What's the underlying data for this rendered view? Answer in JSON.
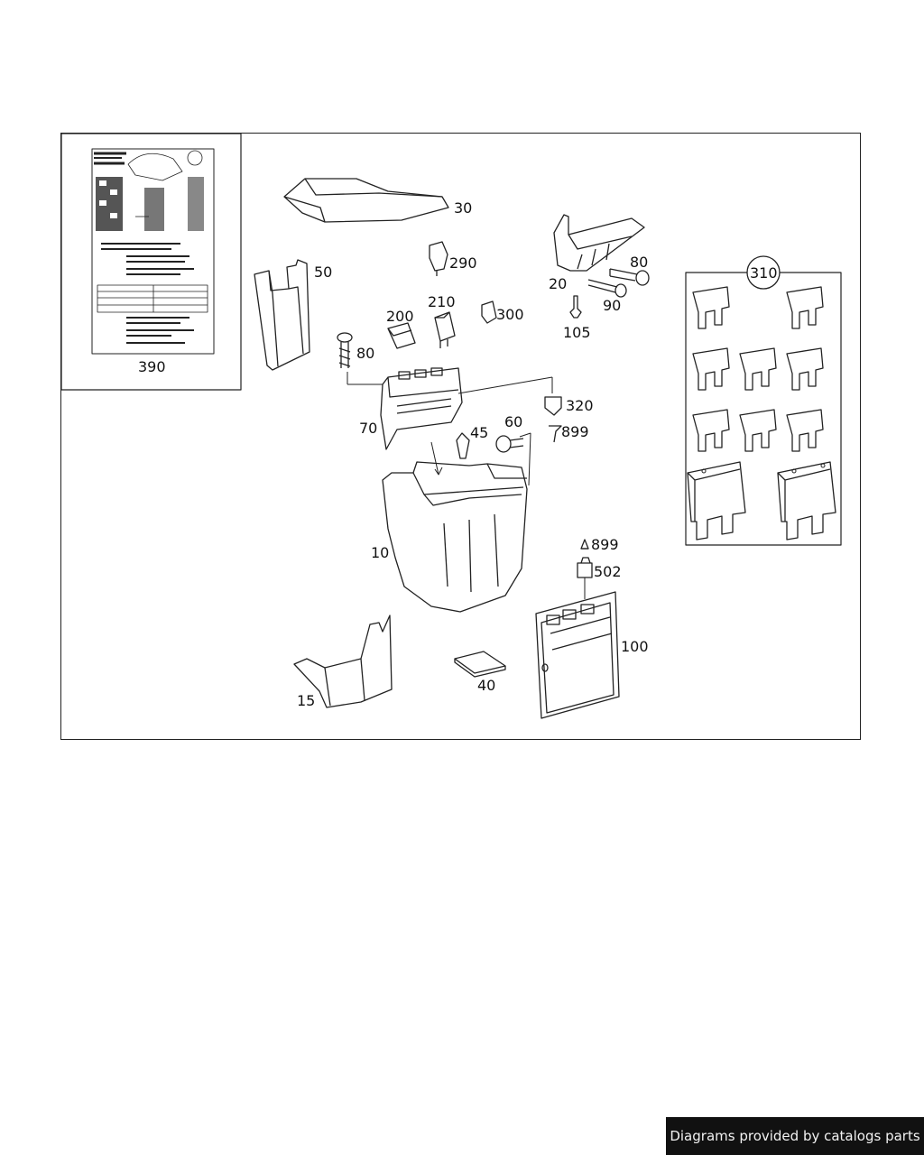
{
  "diagram": {
    "callouts": {
      "c390": "390",
      "c30": "30",
      "c50": "50",
      "c290": "290",
      "c20": "20",
      "c80a": "80",
      "c90": "90",
      "c210": "210",
      "c200": "200",
      "c300": "300",
      "c105": "105",
      "c80b": "80",
      "c70": "70",
      "c320": "320",
      "c45": "45",
      "c60": "60",
      "c899a": "899",
      "c10": "10",
      "c899b": "899",
      "c502": "502",
      "c100": "100",
      "c15": "15",
      "c40": "40",
      "c310": "310"
    }
  },
  "footer": {
    "text": "Diagrams provided by catalogs parts"
  }
}
